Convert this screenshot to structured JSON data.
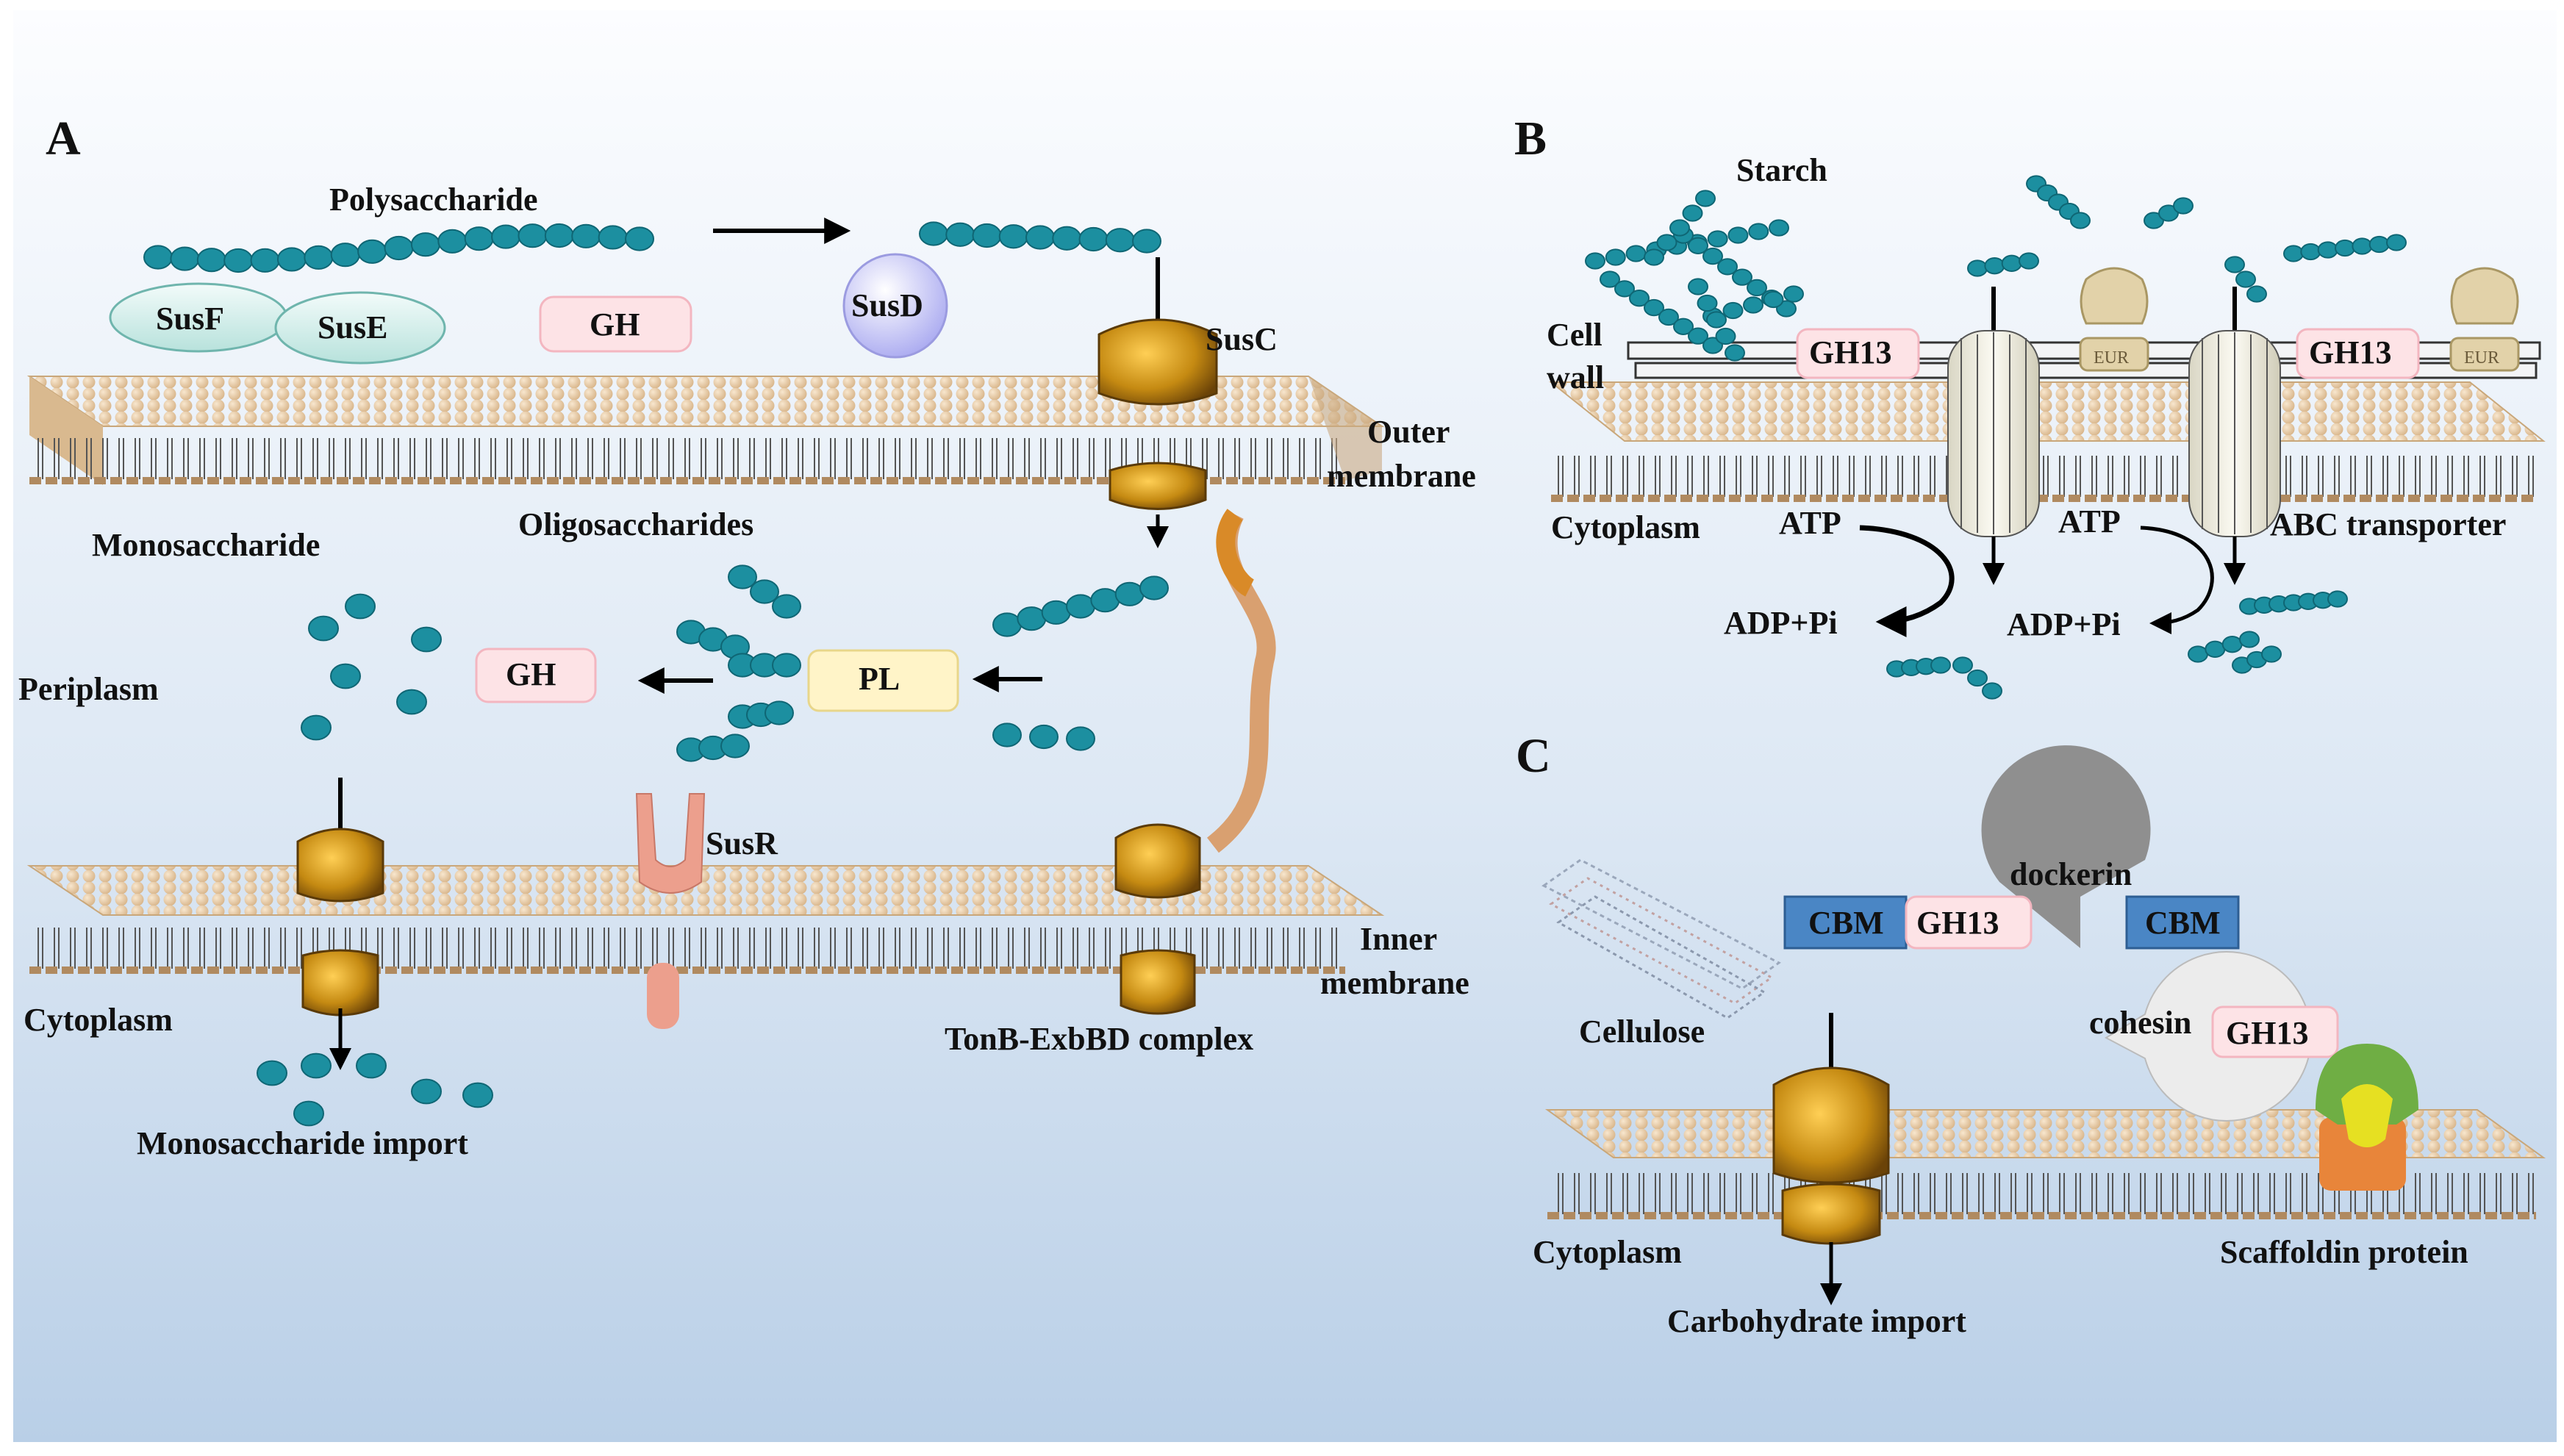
{
  "panel_a": {
    "letter": "A",
    "polysaccharide": "Polysaccharide",
    "susf": "SusF",
    "suse": "SusE",
    "gh_outer": "GH",
    "susd": "SusD",
    "susc": "SusC",
    "outer_membrane_1": "Outer",
    "outer_membrane_2": "membrane",
    "monosaccharide": "Monosaccharide",
    "oligosaccharides": "Oligosaccharides",
    "periplasm": "Periplasm",
    "gh_peri": "GH",
    "pl": "PL",
    "susr": "SusR",
    "inner_membrane_1": "Inner",
    "inner_membrane_2": "membrane",
    "cytoplasm": "Cytoplasm",
    "tonb": "TonB-ExbBD complex",
    "mono_import": "Monosaccharide import"
  },
  "panel_b": {
    "letter": "B",
    "starch": "Starch",
    "cell_wall_1": "Cell",
    "cell_wall_2": "wall",
    "gh13_left": "GH13",
    "gh13_right": "GH13",
    "eur": "EUR",
    "cytoplasm": "Cytoplasm",
    "atp_left": "ATP",
    "atp_right": "ATP",
    "adp_left": "ADP+Pi",
    "adp_right": "ADP+Pi",
    "abc": "ABC transporter"
  },
  "panel_c": {
    "letter": "C",
    "dockerin": "dockerin",
    "cbm_left": "CBM",
    "gh13_top": "GH13",
    "cbm_right": "CBM",
    "cellulose": "Cellulose",
    "cohesin": "cohesin",
    "gh13_bottom": "GH13",
    "cytoplasm": "Cytoplasm",
    "scaffoldin": "Scaffoldin protein",
    "carb_import": "Carbohydrate import"
  },
  "colors": {
    "lipid_head": "#e6c9a1",
    "tail": "#5a5a5a",
    "sugar": "#1c8fa0",
    "gh_fill": "#fde3e6",
    "cbm_fill": "#4a86c5",
    "pl_fill": "#fff4c8"
  }
}
